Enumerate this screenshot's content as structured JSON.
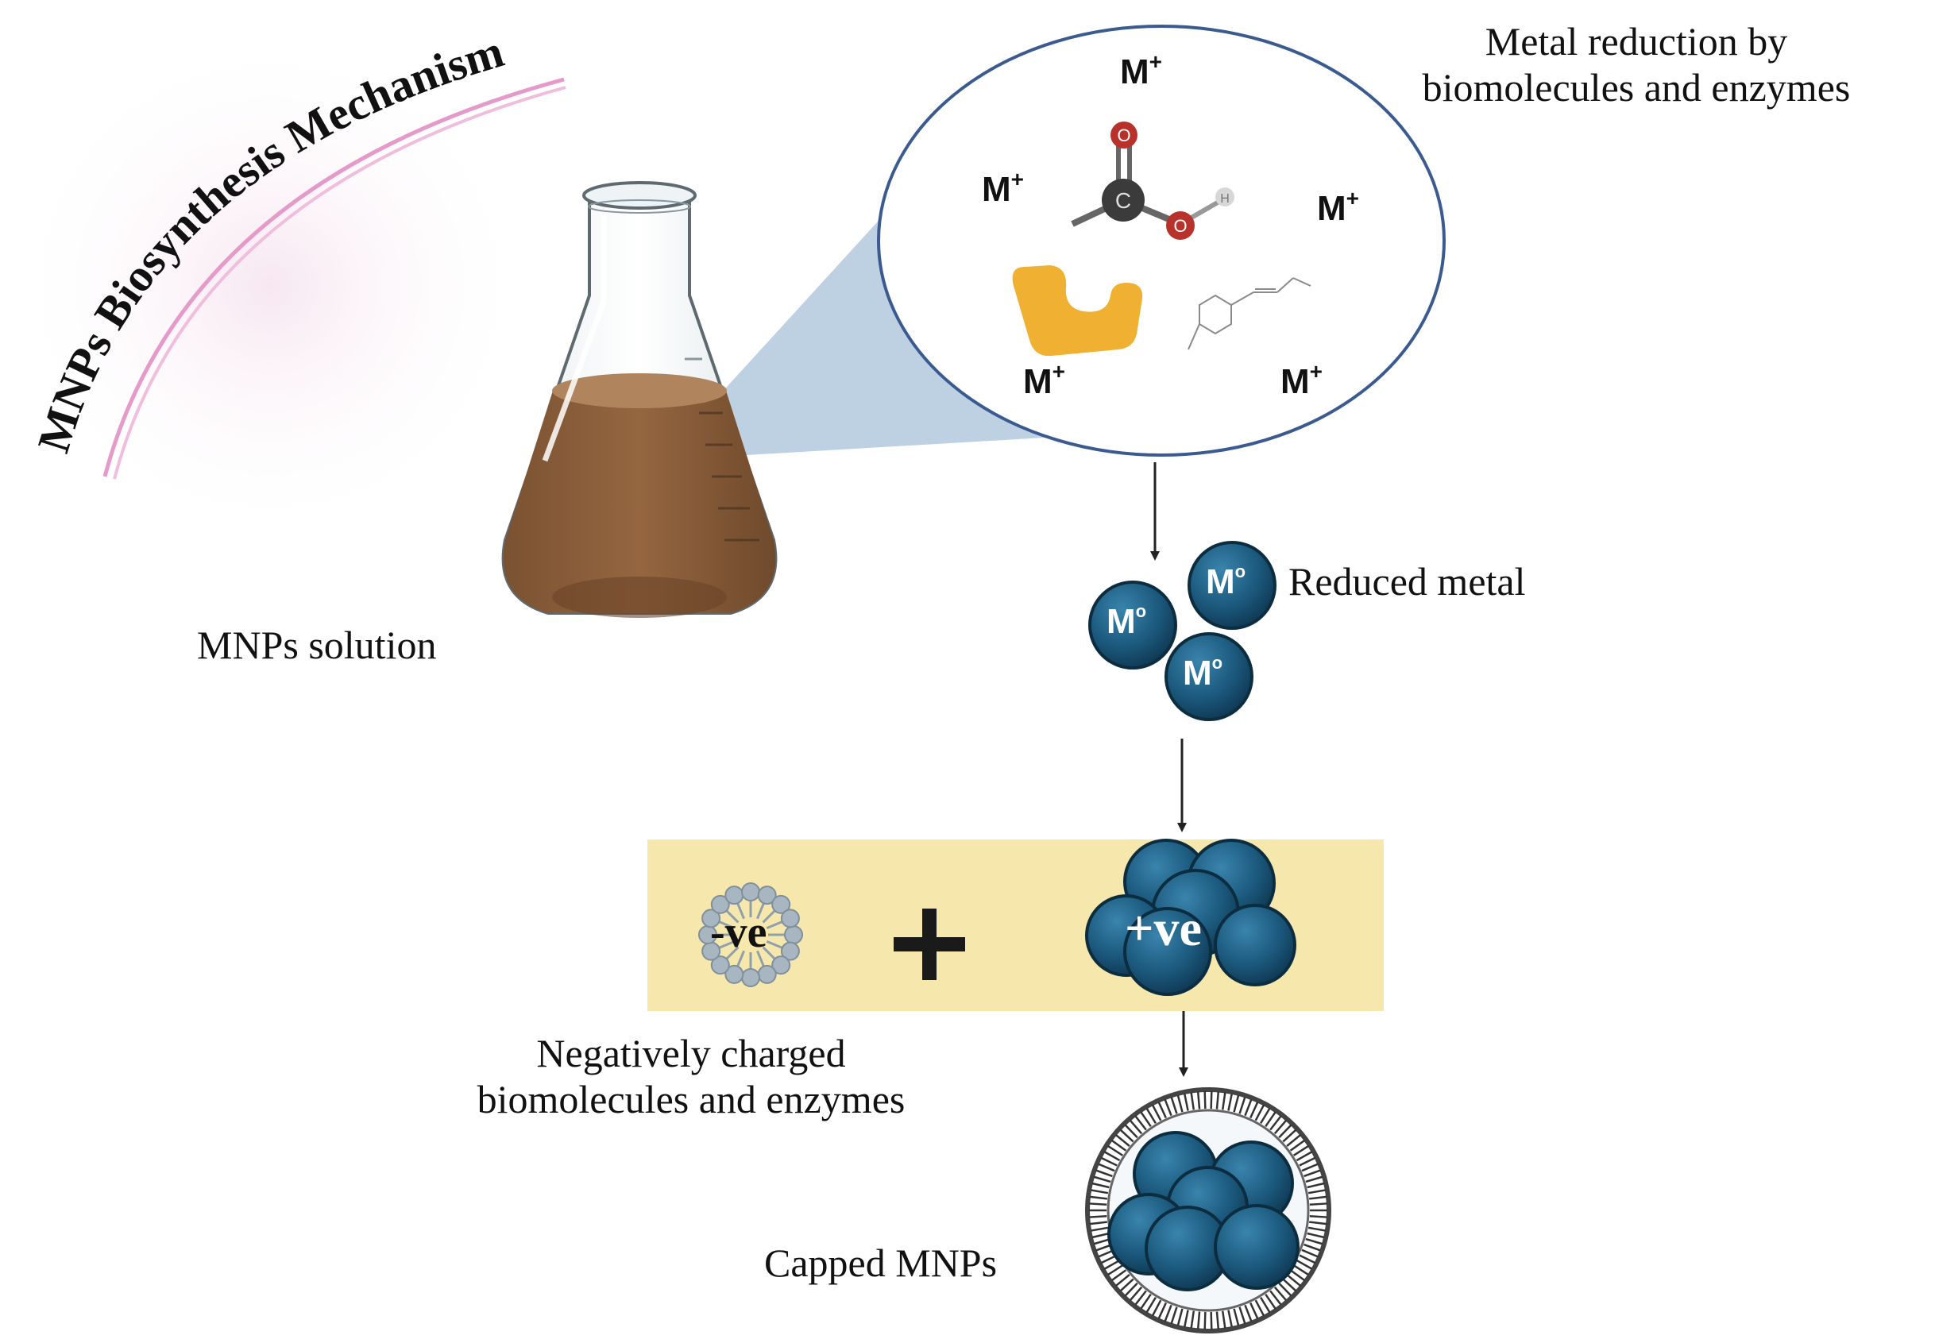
{
  "title": "MNPs Biosynthesis Mechanism",
  "labels": {
    "metal_reduction_line1": "Metal reduction by",
    "metal_reduction_line2": "biomolecules and enzymes",
    "solution": "MNPs solution",
    "reduced_metal": "Reduced metal",
    "negatively_line1": "Negatively charged",
    "negatively_line2": "biomolecules and enzymes",
    "capped": "Capped MNPs"
  },
  "ions": {
    "symbol": "M",
    "charge": "+",
    "reduced_symbol": "M",
    "reduced_sup": "o"
  },
  "molecule": {
    "carbon": "C",
    "oxygen": "O",
    "hydrogen": "H"
  },
  "charges": {
    "negative": "-ve",
    "positive": "+ve",
    "plus": "+"
  },
  "colors": {
    "title_arc": "#e9a3d0",
    "liquid": "#8b5e3c",
    "zoom_cone": "#b9cfe0",
    "bubble_border": "#3b5a8f",
    "enzyme": "#f0b132",
    "particle": "#1c5a7e",
    "band": "#f6e7ac"
  }
}
